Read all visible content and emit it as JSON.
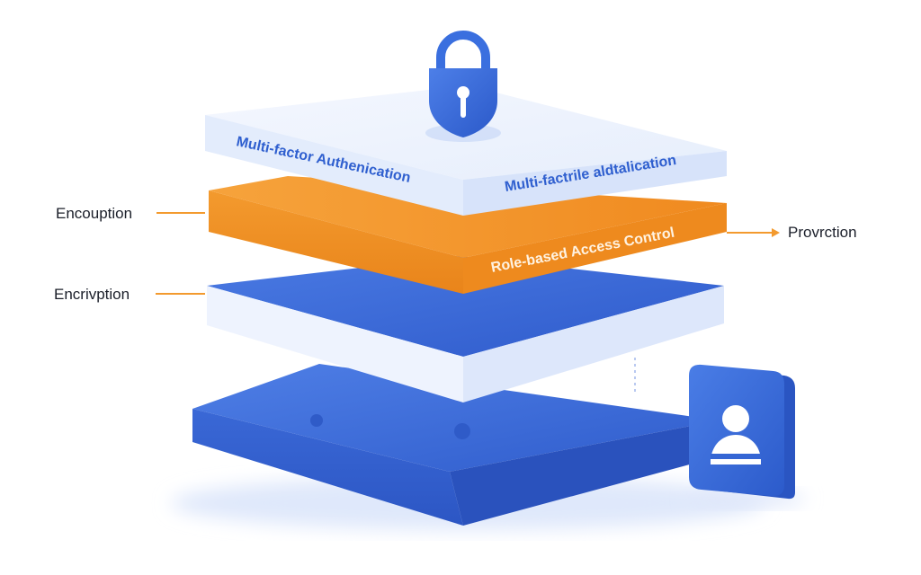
{
  "layers": {
    "top": {
      "label_left": "Multi-factor Authenication",
      "label_right": "Multi-factrile aldtalication"
    },
    "middle": {
      "label": "Role-based Access Control"
    }
  },
  "callouts": {
    "left_top": "Encouption",
    "left_bottom": "Encrivption",
    "right": "Provrction"
  },
  "icons": {
    "padlock": "padlock-icon",
    "user_book": "user-profile-book-icon"
  },
  "colors": {
    "top_layer": "#eaf1fd",
    "orange_layer": "#f5962a",
    "blue_layer": "#3e70dc",
    "base_layer": "#3a6bd8",
    "callout_line": "#f39a2e",
    "label_blue": "#2f5fcf"
  }
}
